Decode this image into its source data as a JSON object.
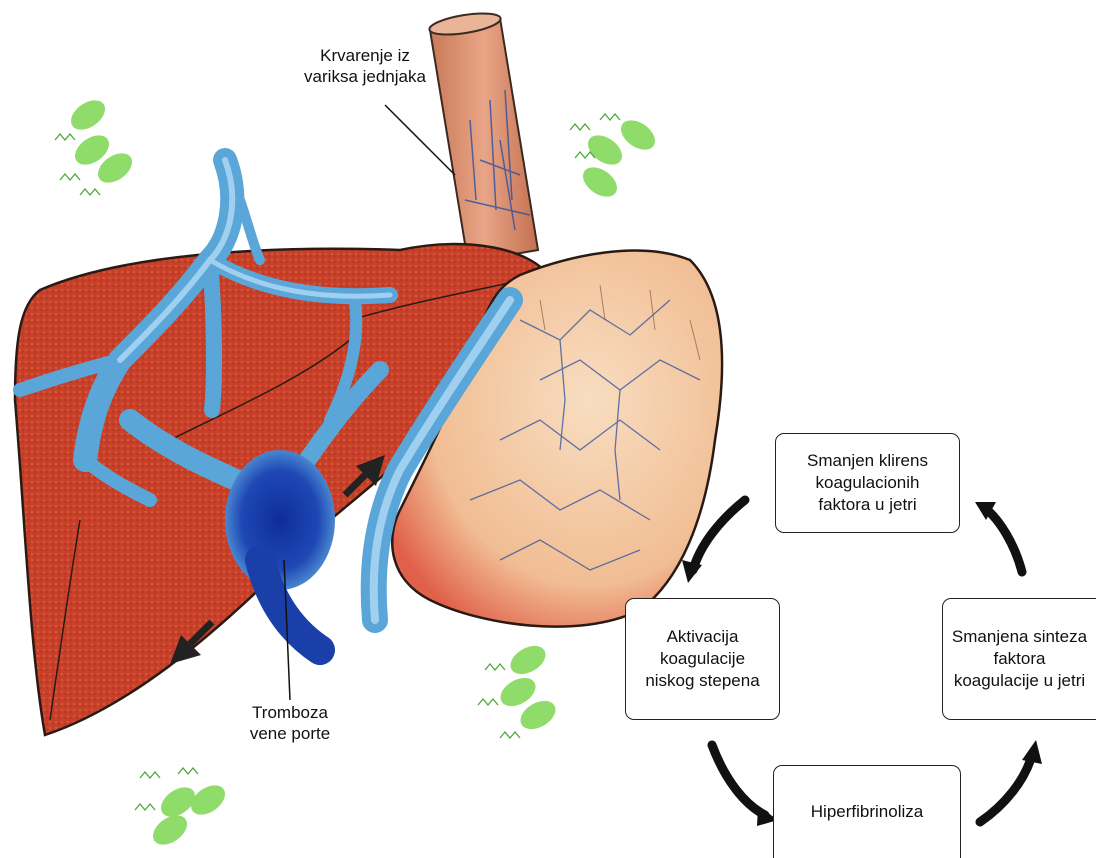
{
  "labels": {
    "variceal_bleeding": [
      "Krvarenje iz",
      "variksa jednjaka"
    ],
    "portal_thrombosis": [
      "Tromboza",
      "vene porte"
    ]
  },
  "cycle_boxes": {
    "reduced_clearance": [
      "Smanjen klirens",
      "koagulacionih",
      "faktora u jetri"
    ],
    "coagulation_activation": [
      "Aktivacija",
      "koagulacije",
      "niskog stepena"
    ],
    "reduced_synthesis": [
      "Smanjena sinteza",
      "faktora",
      "koagulacije u jetri"
    ],
    "hyperfibrinolysis": [
      "Hiperfibrinoliza"
    ]
  },
  "colors": {
    "liver": "#c8402a",
    "vein": "#5aa6d8",
    "thrombus": "#1b3fa8",
    "spleen": "#f4c9a0",
    "esophagus": "#d98a66",
    "bacteria": "#8fdc6a"
  }
}
